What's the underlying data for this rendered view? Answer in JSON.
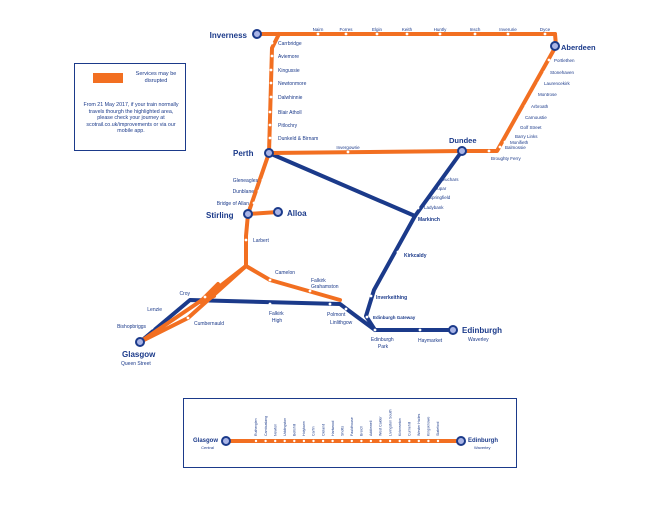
{
  "colors": {
    "orange": "#f26f21",
    "navy": "#1b3a8a",
    "text": "#1b3a8a",
    "station_fill": "#a9b4e6"
  },
  "legend": {
    "swatch_label": "Services may be disrupted",
    "note": "From 21 May 2017, if your train normally travels thourgh the highlighted area, please check your journey at scotrail.co.uk/improvements or via our mobile app."
  },
  "stations": {
    "inverness": "Inverness",
    "nairn": "Nairn",
    "forres": "Forres",
    "elgin": "Elgin",
    "keith": "Keith",
    "huntly": "Huntly",
    "insch": "Insch",
    "inverurie": "Inverurie",
    "dyce": "Dyce",
    "aberdeen": "Aberdeen",
    "portlethen": "Portlethen",
    "stonehaven": "Stonehaven",
    "laurencekirk": "Laurencekirk",
    "montrose": "Montrose",
    "arbroath": "Arbroath",
    "carnoustie": "Carnoustie",
    "golf_street": "Golf Street",
    "barry_links": "Barry Links",
    "monifieth": "Monifieth",
    "balmossie": "Balmossie",
    "broughty_ferry": "Broughty Ferry",
    "dundee": "Dundee",
    "carrbridge": "Carrbridge",
    "aviemore": "Aviemore",
    "kingussie": "Kingussie",
    "newtonmore": "Newtonmore",
    "dalwhinnie": "Dalwhinnie",
    "blair_atholl": "Blair Atholl",
    "pitlochry": "Pitlochry",
    "dunkeld": "Dunkeld & Birnam",
    "perth": "Perth",
    "invergowrie": "Invergowrie",
    "gleneagles": "Gleneagles",
    "dunblane": "Dunblane",
    "bridge_of_allan": "Bridge of Allan",
    "stirling": "Stirling",
    "alloa": "Alloa",
    "larbert": "Larbert",
    "camelon": "Camelon",
    "falkirk_grahamston": [
      "Falkirk",
      "Grahamston"
    ],
    "falkirk_high": [
      "Falkirk",
      "High"
    ],
    "polmont": "Polmont",
    "linlithgow": "Linlithgow",
    "croy": "Croy",
    "lenzie": "Lenzie",
    "bishopbriggs": "Bishopbriggs",
    "cumbernauld": "Cumbernauld",
    "glasgow": "Glasgow",
    "glasgow_sub": "Queen Street",
    "leuchars": "Leuchars",
    "cupar": "Cupar",
    "springfield": "Springfield",
    "ladybank": "Ladybank",
    "markinch": "Markinch",
    "kirkcaldy": "Kirkcaldy",
    "inverkeithing": "Inverkeithing",
    "edinburgh_gateway": "Edinburgh Gateway",
    "edinburgh_park": [
      "Edinburgh",
      "Park"
    ],
    "haymarket": "Haymarket",
    "edinburgh": "Edinburgh",
    "edinburgh_sub": "Waverley"
  },
  "detail": {
    "left_station": "Glasgow",
    "left_sub": "Central",
    "right_station": "Edinburgh",
    "right_sub": "Waverley",
    "intermediate": [
      "Rutherglen",
      "Cambuslang",
      "Newton",
      "Uddingston",
      "Bellshill",
      "Holytown",
      "Carfin",
      "Cleland",
      "Hartwood",
      "Shotts",
      "Fauldhouse",
      "Breich",
      "Addiewell",
      "West Calder",
      "Livingston South",
      "Kirknewton",
      "Curriehill",
      "Wester Hailes",
      "Kingsknowe",
      "Slateford"
    ]
  }
}
